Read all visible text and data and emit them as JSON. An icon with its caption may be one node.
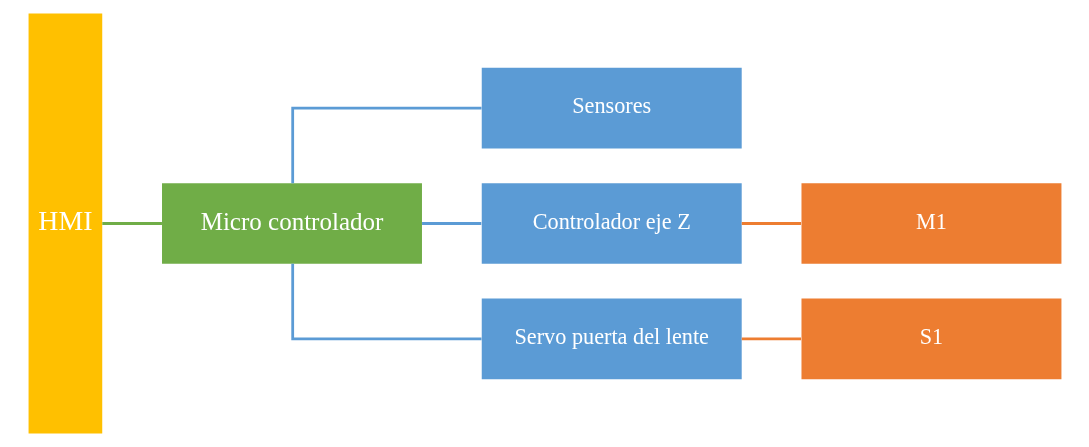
{
  "diagram": {
    "nodes": [
      {
        "text": [
          "HMI"
        ]
      },
      {
        "text": [
          "Micro controlador"
        ]
      },
      {
        "text": [
          "Sensores"
        ]
      },
      {
        "text": [
          "Controlador eje Z"
        ]
      },
      {
        "text": [
          "Servo puerta del lente"
        ]
      },
      {
        "text": [
          "M1"
        ]
      },
      {
        "text": [
          "S1"
        ]
      }
    ],
    "edges": [
      {
        "from": 0,
        "to": 1,
        "arrow": "none",
        "color": "#70ad47"
      },
      {
        "from": 1,
        "to": 2,
        "arrow": "none"
      },
      {
        "from": 1,
        "to": 3,
        "arrow": "none"
      },
      {
        "from": 1,
        "to": 4,
        "arrow": "none"
      },
      {
        "from": 3,
        "to": 5,
        "arrow": "none",
        "color": "#ed7d31"
      },
      {
        "from": 4,
        "to": 6,
        "arrow": "none",
        "color": "#ed7d31"
      }
    ]
  }
}
